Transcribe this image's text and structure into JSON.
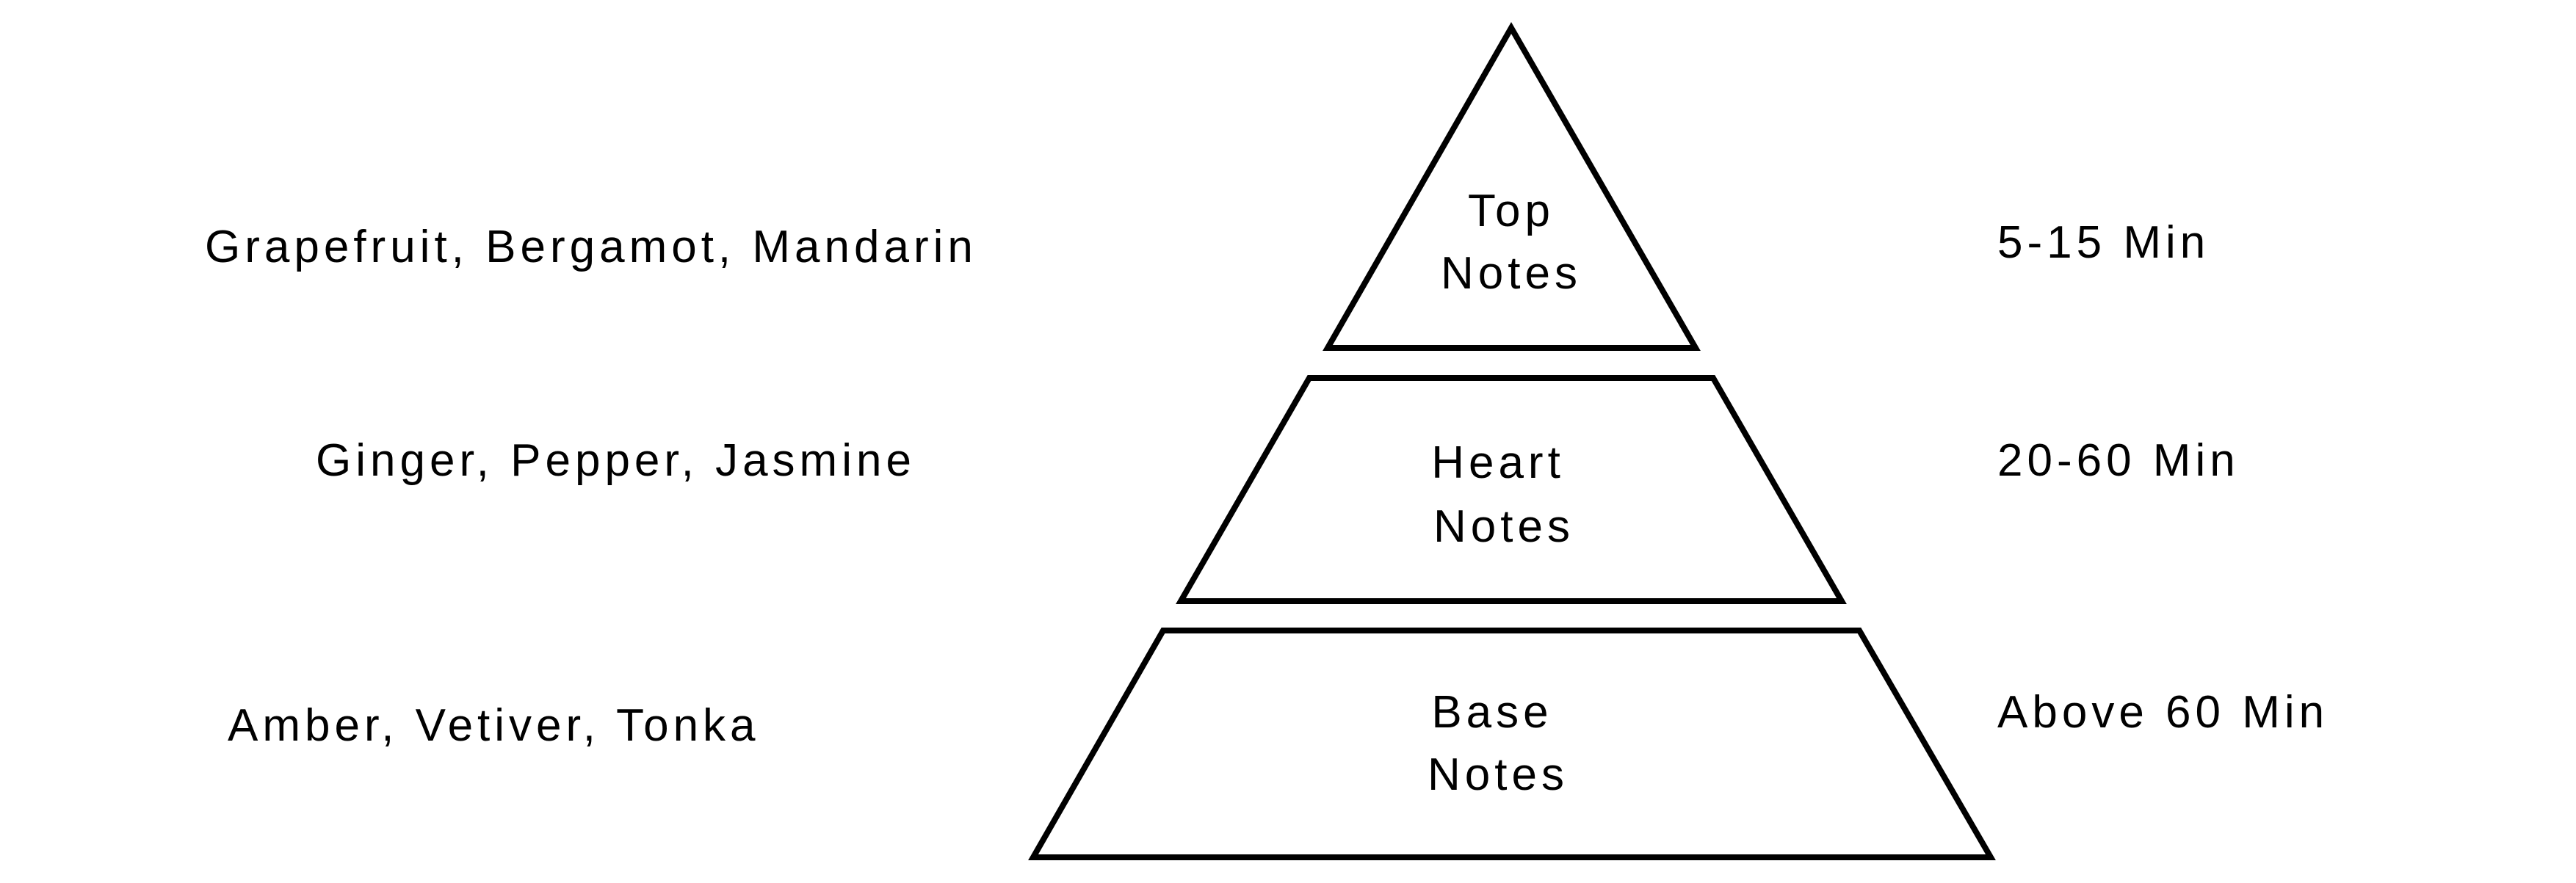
{
  "colors": {
    "stroke": "#000000",
    "background": "#ffffff",
    "text": "#000000"
  },
  "layers": [
    {
      "name_line1": "Top",
      "name_line2": "Notes",
      "ingredients": "Grapefruit, Bergamot, Mandarin",
      "duration": "5-15 Min"
    },
    {
      "name_line1": "Heart",
      "name_line2": "Notes",
      "ingredients": "Ginger, Pepper, Jasmine",
      "duration": "20-60 Min"
    },
    {
      "name_line1": "Base",
      "name_line2": "Notes",
      "ingredients": "Amber, Vetiver, Tonka",
      "duration": "Above 60 Min"
    }
  ]
}
